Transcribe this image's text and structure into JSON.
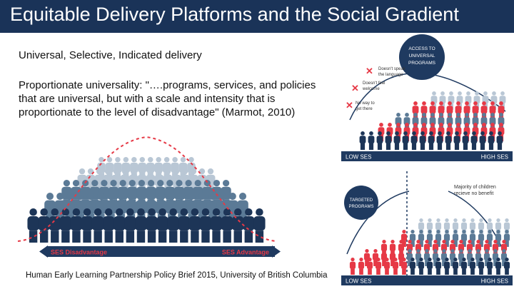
{
  "title": "Equitable Delivery Platforms and the Social Gradient",
  "bullets": [
    "Universal, Selective, Indicated delivery",
    "Proportionate universality: \"….programs, services, and policies that are universal, but with a scale and intensity that is proportionate to the level of disadvantage\" (Marmot, 2010)"
  ],
  "caption": "Human Early Learning Partnership Policy Brief 2015, University of British Columbia",
  "left_figure": {
    "low_label": "SES Disadvantage",
    "high_label": "SES Advantage"
  },
  "top_right_figure": {
    "badge": [
      "ACCESS TO",
      "UNIVERSAL",
      "PROGRAMS"
    ],
    "barriers": [
      [
        "Doesn't speak",
        "the language"
      ],
      [
        "Doesn't feel",
        "welcome"
      ],
      [
        "No way to",
        "get there"
      ]
    ],
    "low_label": "LOW SES",
    "high_label": "HIGH SES"
  },
  "bottom_right_figure": {
    "badge": [
      "TARGETED",
      "PROGRAMS"
    ],
    "note": [
      "Majority of children",
      "recieve no benefit"
    ],
    "low_label": "LOW SES",
    "high_label": "HIGH SES"
  },
  "colors": {
    "title_bg": "#1a3358",
    "navy": "#1d3557",
    "steel": "#5b7a96",
    "light": "#b9c7d5",
    "red": "#e63946",
    "bar": "#1f3a60"
  }
}
